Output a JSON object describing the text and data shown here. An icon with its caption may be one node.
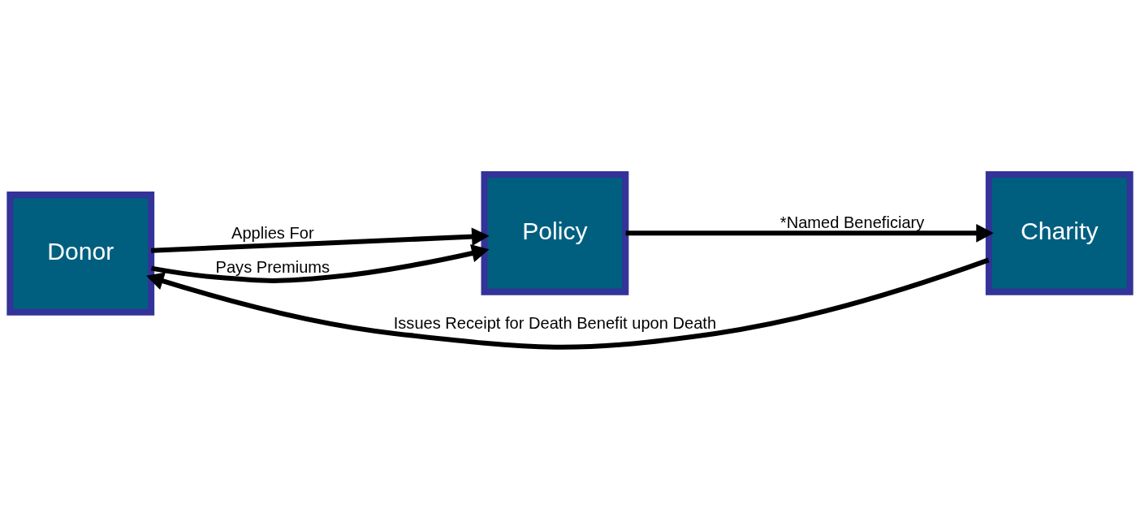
{
  "diagram": {
    "nodes": [
      {
        "text": [
          "Donor"
        ]
      },
      {
        "text": [
          "Policy"
        ]
      },
      {
        "text": [
          "Charity"
        ]
      }
    ],
    "edges": [
      {
        "from": 0,
        "to": 1,
        "arrow": "to",
        "label": "Applies For"
      },
      {
        "from": 0,
        "to": 1,
        "arrow": "to",
        "label": "Pays Premiums"
      },
      {
        "from": 1,
        "to": 2,
        "arrow": "to",
        "label": "*Named Beneficiary"
      },
      {
        "from": 2,
        "to": 0,
        "arrow": "to",
        "label": "Issues Receipt for Death Benefit upon Death"
      }
    ]
  }
}
